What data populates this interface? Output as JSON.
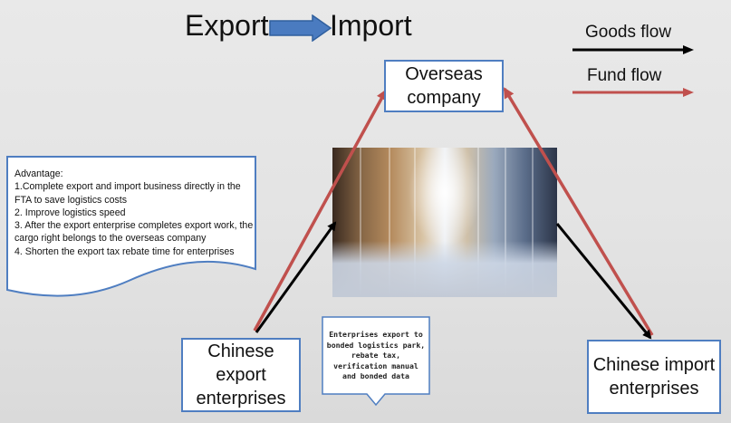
{
  "title": {
    "left": "Export",
    "right": "Import"
  },
  "legend": {
    "goods": {
      "label": "Goods flow",
      "color": "#000000"
    },
    "fund": {
      "label": "Fund flow",
      "color": "#c0504d"
    }
  },
  "nodes": {
    "overseas": "Overseas company",
    "export": "Chinese export enterprises",
    "import": "Chinese import enterprises"
  },
  "advantage": {
    "heading": "Advantage:",
    "items": [
      "1.Complete export and import business directly in the FTA to save logistics costs",
      "2. Improve logistics speed",
      "3. After the export enterprise completes  export work, the cargo right belongs to the overseas company",
      "4. Shorten the export tax rebate time for enterprises"
    ]
  },
  "callout": "Enterprises export to bonded logistics park, rebate tax, verification manual and bonded data",
  "colors": {
    "node_border": "#4f7ec1",
    "title_arrow": "#4a7bc0"
  }
}
